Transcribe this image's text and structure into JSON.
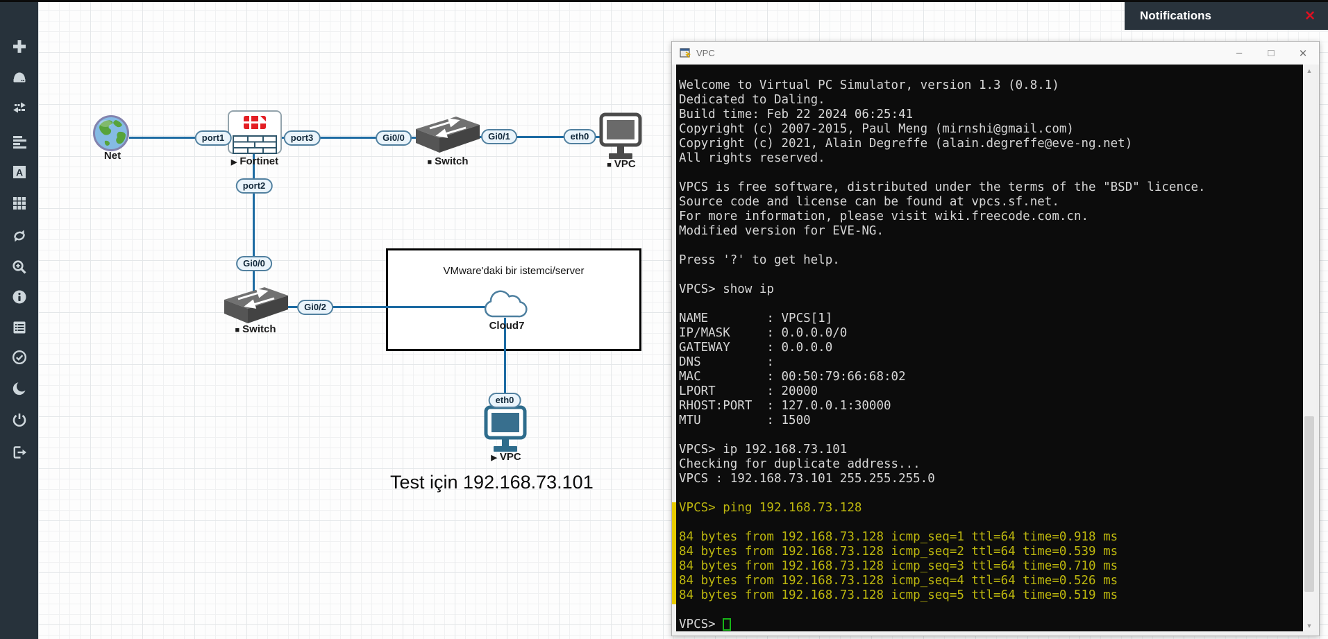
{
  "sidebar": {
    "icons": [
      {
        "name": "plus-icon"
      },
      {
        "name": "server-drive-icon"
      },
      {
        "name": "exchange-arrows-icon"
      },
      {
        "name": "align-lines-icon"
      },
      {
        "name": "text-box-icon"
      },
      {
        "name": "grid-icon"
      },
      {
        "name": "refresh-icon"
      },
      {
        "name": "zoom-in-icon"
      },
      {
        "name": "info-icon"
      },
      {
        "name": "list-icon"
      },
      {
        "name": "check-circle-icon"
      },
      {
        "name": "moon-icon"
      },
      {
        "name": "power-icon"
      },
      {
        "name": "logout-icon"
      }
    ]
  },
  "notifications": {
    "title": "Notifications",
    "close_glyph": "✕"
  },
  "topology": {
    "nodes": {
      "net": {
        "glyph": "",
        "label": "Net"
      },
      "fortinet": {
        "glyph": "▶",
        "label": "Fortinet"
      },
      "switch1": {
        "glyph": "■",
        "label": "Switch"
      },
      "vpc1": {
        "glyph": "■",
        "label": "VPC"
      },
      "switch2": {
        "glyph": "■",
        "label": "Switch"
      },
      "cloud7": {
        "glyph": "",
        "label": "Cloud7"
      },
      "vpc2": {
        "glyph": "▶",
        "label": "VPC"
      }
    },
    "pills": [
      "port1",
      "port3",
      "Gi0/0",
      "Gi0/1",
      "eth0",
      "port2",
      "Gi0/0",
      "Gi0/2",
      "eth0"
    ],
    "annotations": {
      "box_label": "VMware'daki bir istemci/server",
      "note": "Test için 192.168.73.101"
    },
    "colors": {
      "link": "#1d6ba3",
      "pill_border": "#51809f",
      "fortinet_red": "#e31e24"
    }
  },
  "terminal": {
    "title": "VPC",
    "controls": {
      "minimize": "–",
      "maximize": "□",
      "close": "✕"
    },
    "prompt": "VPCS>",
    "colors": {
      "text": "#d6d6d6",
      "highlight": "#bdb70e",
      "cursor": "#17b517",
      "background": "#0c0c0c"
    },
    "lines": [
      {
        "t": "Welcome to Virtual PC Simulator, version 1.3 (0.8.1)"
      },
      {
        "t": "Dedicated to Daling."
      },
      {
        "t": "Build time: Feb 22 2024 06:25:41"
      },
      {
        "t": "Copyright (c) 2007-2015, Paul Meng (mirnshi@gmail.com)"
      },
      {
        "t": "Copyright (c) 2021, Alain Degreffe (alain.degreffe@eve-ng.net)"
      },
      {
        "t": "All rights reserved."
      },
      {
        "t": ""
      },
      {
        "t": "VPCS is free software, distributed under the terms of the \"BSD\" licence."
      },
      {
        "t": "Source code and license can be found at vpcs.sf.net."
      },
      {
        "t": "For more information, please visit wiki.freecode.com.cn."
      },
      {
        "t": "Modified version for EVE-NG."
      },
      {
        "t": ""
      },
      {
        "t": "Press '?' to get help."
      },
      {
        "t": ""
      },
      {
        "t": "VPCS> show ip"
      },
      {
        "t": ""
      },
      {
        "t": "NAME        : VPCS[1]"
      },
      {
        "t": "IP/MASK     : 0.0.0.0/0"
      },
      {
        "t": "GATEWAY     : 0.0.0.0"
      },
      {
        "t": "DNS         :"
      },
      {
        "t": "MAC         : 00:50:79:66:68:02"
      },
      {
        "t": "LPORT       : 20000"
      },
      {
        "t": "RHOST:PORT  : 127.0.0.1:30000"
      },
      {
        "t": "MTU         : 1500"
      },
      {
        "t": ""
      },
      {
        "t": "VPCS> ip 192.168.73.101"
      },
      {
        "t": "Checking for duplicate address..."
      },
      {
        "t": "VPCS : 192.168.73.101 255.255.255.0"
      },
      {
        "t": ""
      },
      {
        "t": "VPCS> ping 192.168.73.128",
        "c": "yellow"
      },
      {
        "t": ""
      },
      {
        "t": "84 bytes from 192.168.73.128 icmp_seq=1 ttl=64 time=0.918 ms",
        "c": "yellow"
      },
      {
        "t": "84 bytes from 192.168.73.128 icmp_seq=2 ttl=64 time=0.539 ms",
        "c": "yellow"
      },
      {
        "t": "84 bytes from 192.168.73.128 icmp_seq=3 ttl=64 time=0.710 ms",
        "c": "yellow"
      },
      {
        "t": "84 bytes from 192.168.73.128 icmp_seq=4 ttl=64 time=0.526 ms",
        "c": "yellow"
      },
      {
        "t": "84 bytes from 192.168.73.128 icmp_seq=5 ttl=64 time=0.519 ms",
        "c": "yellow"
      },
      {
        "t": ""
      }
    ]
  }
}
